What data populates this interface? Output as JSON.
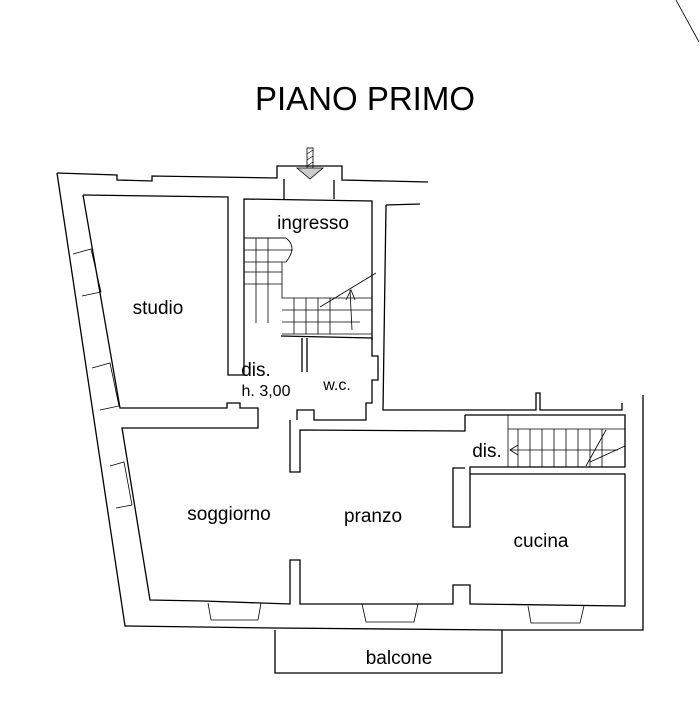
{
  "title": "PIANO PRIMO",
  "rooms": {
    "ingresso": "ingresso",
    "studio": "studio",
    "dis1": "dis.",
    "height": "h. 3,00",
    "wc": "w.c.",
    "dis2": "dis.",
    "soggiorno": "soggiorno",
    "pranzo": "pranzo",
    "cucina": "cucina",
    "balcone": "balcone"
  },
  "icons": [
    "entrance-arrow-icon",
    "stair-direction-arrow-icon"
  ]
}
